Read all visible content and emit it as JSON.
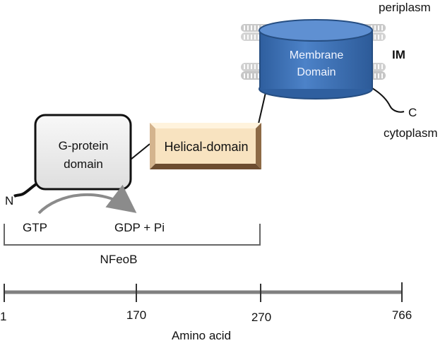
{
  "compartments": {
    "top": "periplasm",
    "membrane": "IM",
    "bottom": "cytoplasm"
  },
  "domains": {
    "membrane_line1": "Membrane",
    "membrane_line2": "Domain",
    "helical": "Helical-domain",
    "gprotein_line1": "G-protein",
    "gprotein_line2": "domain"
  },
  "termini": {
    "n": "N",
    "c": "C"
  },
  "reaction": {
    "substrate": "GTP",
    "product": "GDP + Pi"
  },
  "bracket_label": "NFeoB",
  "axis": {
    "label": "Amino acid",
    "ticks": [
      "1",
      "170",
      "270",
      "766"
    ]
  },
  "colors": {
    "membrane_blue": "#3f72b6",
    "membrane_top": "#5f90d2",
    "helical_face": "#f8e3c0",
    "helical_bevel": "#8d6a46",
    "gprotein_fill": "#efefef",
    "lipid_gray": "#bfbfbf",
    "axis_gray": "#808080"
  }
}
